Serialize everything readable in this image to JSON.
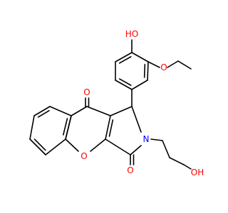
{
  "colors": {
    "bond": "#000000",
    "oxygen": "#ff0000",
    "nitrogen": "#0000ff",
    "background": "#ffffff"
  },
  "atoms": [
    {
      "name": "hydroxyl-oxygen-top",
      "label": "HO",
      "element": "O"
    },
    {
      "name": "ethoxy-oxygen",
      "label": "O",
      "element": "O"
    },
    {
      "name": "ketone-oxygen-top",
      "label": "O",
      "element": "O"
    },
    {
      "name": "amide-nitrogen",
      "label": "N",
      "element": "N"
    },
    {
      "name": "chromone-ring-oxygen",
      "label": "O",
      "element": "O"
    },
    {
      "name": "lactam-oxygen",
      "label": "O",
      "element": "O"
    },
    {
      "name": "hydroxyl-oxygen-chain",
      "label": "OH",
      "element": "O"
    }
  ]
}
